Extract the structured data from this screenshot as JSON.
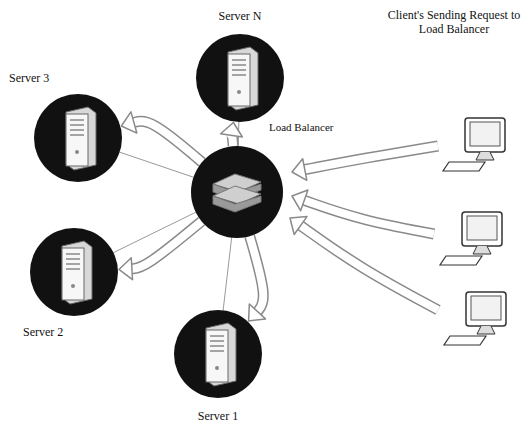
{
  "diagram": {
    "nodes": [
      {
        "text": [
          "Server N"
        ]
      },
      {
        "text": [
          "Server 3"
        ]
      },
      {
        "text": [
          "Server 2"
        ]
      },
      {
        "text": [
          "Server 1"
        ]
      },
      {
        "text": [
          "Load Balancer"
        ]
      }
    ],
    "edges": [
      {
        "from": 4,
        "to": 0,
        "arrow": "to"
      },
      {
        "from": 4,
        "to": 1,
        "arrow": "to"
      },
      {
        "from": 4,
        "to": 2,
        "arrow": "to"
      },
      {
        "from": 4,
        "to": 3,
        "arrow": "to"
      }
    ],
    "labels": [
      "Client's Sending Request to Load Balancer"
    ]
  }
}
